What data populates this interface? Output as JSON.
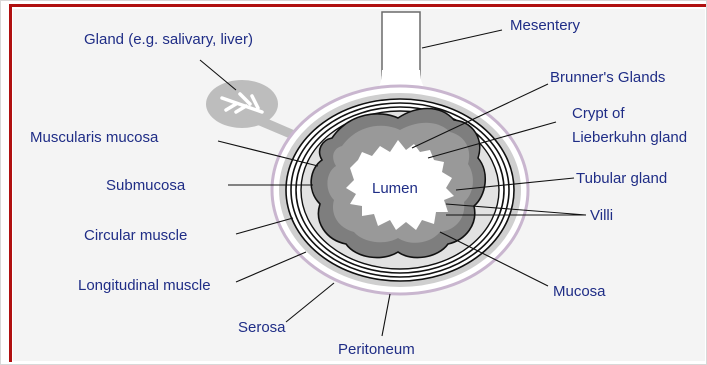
{
  "diagram": {
    "labels": {
      "gland": "Gland (e.g. salivary, liver)",
      "mesentery": "Mesentery",
      "brunners_glands": "Brunner's Glands",
      "crypt_line1": "Crypt of",
      "crypt_line2": "Lieberkuhn gland",
      "muscularis_mucosa": "Muscularis mucosa",
      "submucosa": "Submucosa",
      "lumen": "Lumen",
      "tubular_gland": "Tubular gland",
      "villi": "Villi",
      "circular_muscle": "Circular muscle",
      "longitudinal_muscle": "Longitudinal muscle",
      "mucosa": "Mucosa",
      "serosa": "Serosa",
      "peritoneum": "Peritoneum"
    },
    "colors": {
      "label_text": "#1f2d86",
      "frame_accent": "#b01010",
      "outer_fill": "#bdbdbd",
      "submucosa_fill": "#d8d8d8",
      "mucosa_fill": "#808080",
      "inner_mucosa_fill": "#9a9a9a",
      "lumen_fill": "#ffffff",
      "gland_fill": "#bdbdbd"
    }
  }
}
